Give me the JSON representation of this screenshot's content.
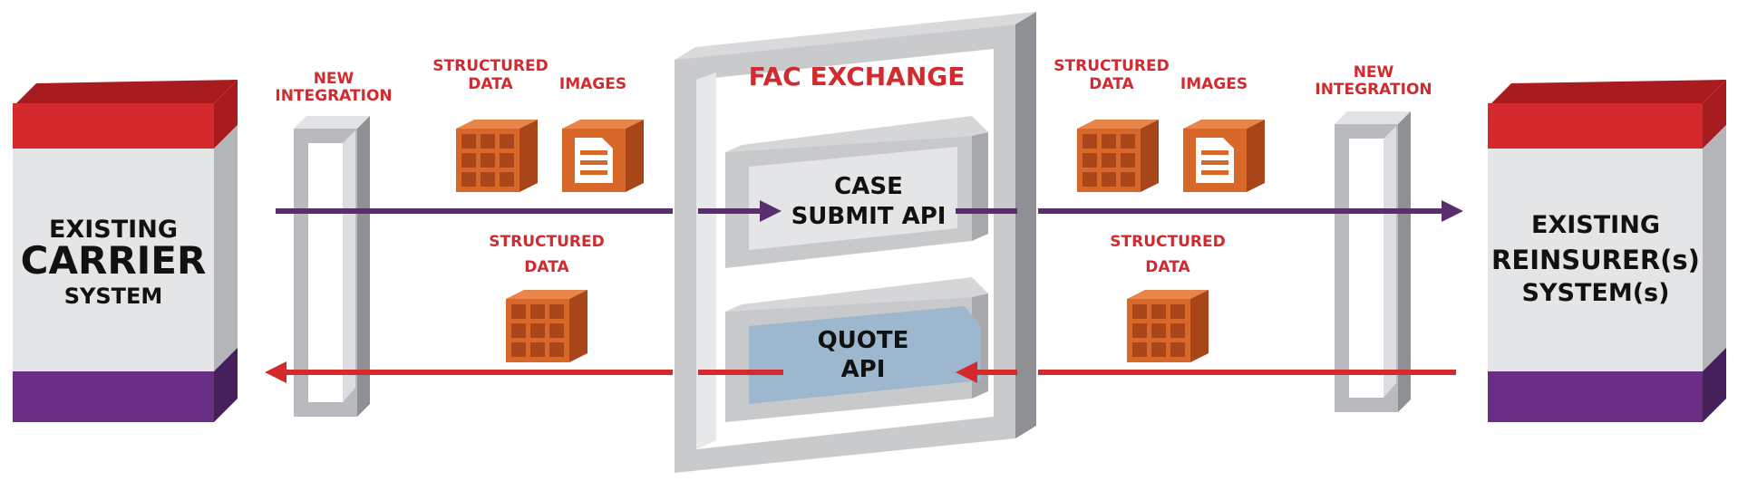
{
  "colors": {
    "accent_red": "#d42a2e",
    "arrow_purple": "#5a2d6c",
    "label_red": "#d12a2f",
    "box_orange": "#d8672a",
    "quote_blue": "#9db7cf",
    "frame_gray": "#c9cacc",
    "panel_light": "#e4e5e7"
  },
  "carrier": {
    "line1": "EXISTING",
    "line2": "CARRIER",
    "line3": "SYSTEM"
  },
  "reinsurer": {
    "line1": "EXISTING",
    "line2": "REINSURER(s)",
    "line3": "SYSTEM(s)"
  },
  "left_integration": {
    "line1": "NEW",
    "line2": "INTEGRATION"
  },
  "right_integration": {
    "line1": "NEW",
    "line2": "INTEGRATION"
  },
  "left_top": {
    "structured_line1": "STRUCTURED",
    "structured_line2": "DATA",
    "images": "IMAGES"
  },
  "right_top": {
    "structured_line1": "STRUCTURED",
    "structured_line2": "DATA",
    "images": "IMAGES"
  },
  "left_bottom": {
    "structured_line1": "STRUCTURED",
    "structured_line2": "DATA"
  },
  "right_bottom": {
    "structured_line1": "STRUCTURED",
    "structured_line2": "DATA"
  },
  "exchange": {
    "title": "FAC EXCHANGE",
    "case_line1": "CASE",
    "case_line2": "SUBMIT API",
    "quote_line1": "QUOTE",
    "quote_line2": "API"
  },
  "icons": {
    "structured": "grid-block-icon",
    "images": "document-image-icon",
    "arrow": "arrow-icon"
  }
}
